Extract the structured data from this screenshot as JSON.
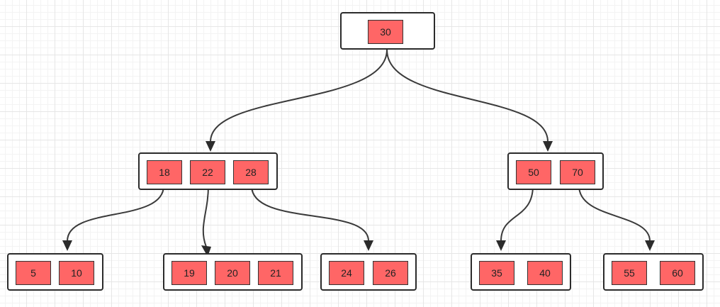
{
  "tree": {
    "root": [
      "30"
    ],
    "level1": {
      "left": [
        "18",
        "22",
        "28"
      ],
      "right": [
        "50",
        "70"
      ]
    },
    "leaves": {
      "a": [
        "5",
        "10"
      ],
      "b": [
        "19",
        "20",
        "21"
      ],
      "c": [
        "24",
        "26"
      ],
      "d": [
        "35",
        "40"
      ],
      "e": [
        "55",
        "60"
      ]
    }
  },
  "colors": {
    "key_fill": "#ff6666",
    "node_border": "#2b2b2b",
    "edge": "#3a3a3a",
    "grid": "#e6e6e6"
  }
}
